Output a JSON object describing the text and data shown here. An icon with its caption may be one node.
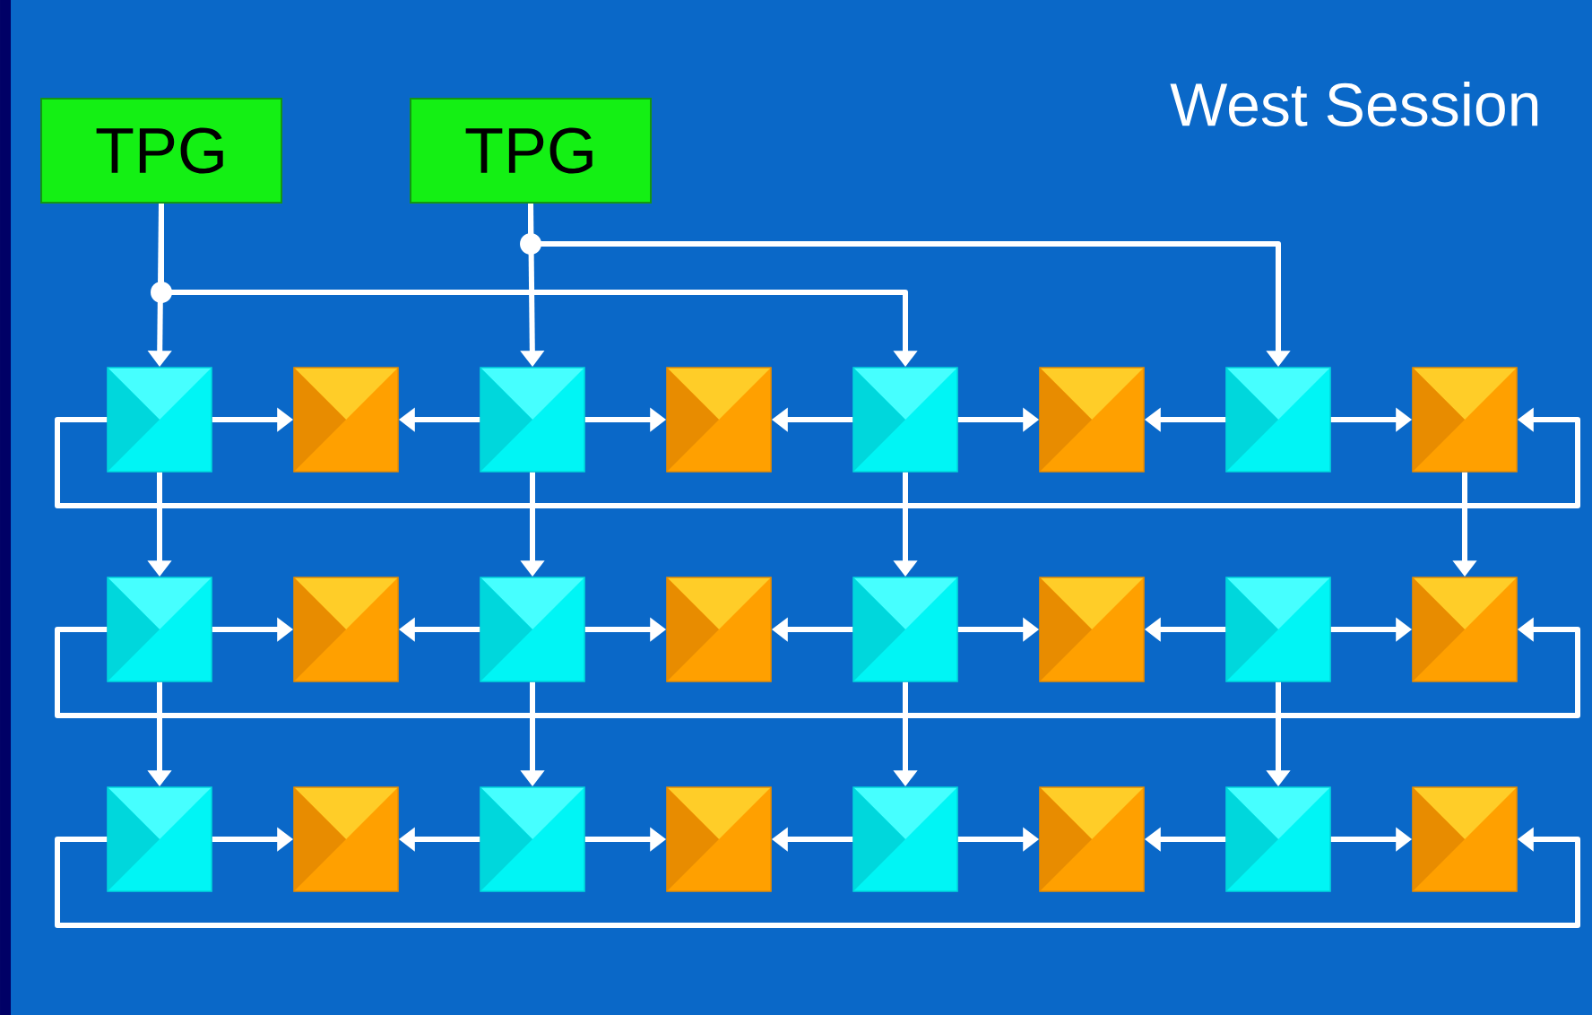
{
  "diagram": {
    "title": "West Session",
    "nodes": [
      {
        "text": [
          "TPG"
        ]
      },
      {
        "text": [
          "TPG"
        ]
      },
      {
        "text": [],
        "shape": "box"
      },
      {
        "text": [],
        "shape": "box"
      },
      {
        "text": [],
        "shape": "box"
      },
      {
        "text": [],
        "shape": "box"
      },
      {
        "text": [],
        "shape": "box"
      },
      {
        "text": [],
        "shape": "box"
      },
      {
        "text": [],
        "shape": "box"
      },
      {
        "text": [],
        "shape": "box"
      },
      {
        "text": [],
        "shape": "box"
      },
      {
        "text": [],
        "shape": "box"
      },
      {
        "text": [],
        "shape": "box"
      },
      {
        "text": [],
        "shape": "box"
      },
      {
        "text": [],
        "shape": "box"
      },
      {
        "text": [],
        "shape": "box"
      },
      {
        "text": [],
        "shape": "box"
      },
      {
        "text": [],
        "shape": "box"
      },
      {
        "text": [],
        "shape": "box"
      },
      {
        "text": [],
        "shape": "box"
      },
      {
        "text": [],
        "shape": "box"
      },
      {
        "text": [],
        "shape": "box"
      },
      {
        "text": [],
        "shape": "box"
      },
      {
        "text": [],
        "shape": "box"
      },
      {
        "text": [],
        "shape": "box"
      },
      {
        "text": [],
        "shape": "box"
      }
    ],
    "edges": [
      {
        "from": 0,
        "to": 2,
        "arrow": "to"
      },
      {
        "from": 0,
        "to": 6,
        "arrow": "to"
      },
      {
        "from": 1,
        "to": 4,
        "arrow": "to"
      },
      {
        "from": 1,
        "to": 8,
        "arrow": "to"
      },
      {
        "from": 2,
        "to": 3,
        "arrow": "to"
      },
      {
        "from": 4,
        "to": 3,
        "arrow": "to"
      },
      {
        "from": 4,
        "to": 5,
        "arrow": "to"
      },
      {
        "from": 6,
        "to": 5,
        "arrow": "to"
      },
      {
        "from": 6,
        "to": 7,
        "arrow": "to"
      },
      {
        "from": 8,
        "to": 7,
        "arrow": "to"
      },
      {
        "from": 8,
        "to": 9,
        "arrow": "to"
      },
      {
        "from": 2,
        "to": 9,
        "arrow": "to"
      },
      {
        "from": 10,
        "to": 11,
        "arrow": "to"
      },
      {
        "from": 12,
        "to": 11,
        "arrow": "to"
      },
      {
        "from": 12,
        "to": 13,
        "arrow": "to"
      },
      {
        "from": 14,
        "to": 13,
        "arrow": "to"
      },
      {
        "from": 14,
        "to": 15,
        "arrow": "to"
      },
      {
        "from": 16,
        "to": 15,
        "arrow": "to"
      },
      {
        "from": 16,
        "to": 17,
        "arrow": "to"
      },
      {
        "from": 10,
        "to": 17,
        "arrow": "to"
      },
      {
        "from": 18,
        "to": 19,
        "arrow": "to"
      },
      {
        "from": 20,
        "to": 19,
        "arrow": "to"
      },
      {
        "from": 20,
        "to": 21,
        "arrow": "to"
      },
      {
        "from": 22,
        "to": 21,
        "arrow": "to"
      },
      {
        "from": 22,
        "to": 23,
        "arrow": "to"
      },
      {
        "from": 24,
        "to": 23,
        "arrow": "to"
      },
      {
        "from": 24,
        "to": 25,
        "arrow": "to"
      },
      {
        "from": 18,
        "to": 25,
        "arrow": "to"
      },
      {
        "from": 2,
        "to": 10,
        "arrow": "to"
      },
      {
        "from": 4,
        "to": 12,
        "arrow": "to"
      },
      {
        "from": 6,
        "to": 14,
        "arrow": "to"
      },
      {
        "from": 9,
        "to": 17,
        "arrow": "to"
      },
      {
        "from": 10,
        "to": 18,
        "arrow": "to"
      },
      {
        "from": 12,
        "to": 20,
        "arrow": "to"
      },
      {
        "from": 14,
        "to": 22,
        "arrow": "to"
      },
      {
        "from": 16,
        "to": 24,
        "arrow": "to"
      }
    ]
  }
}
